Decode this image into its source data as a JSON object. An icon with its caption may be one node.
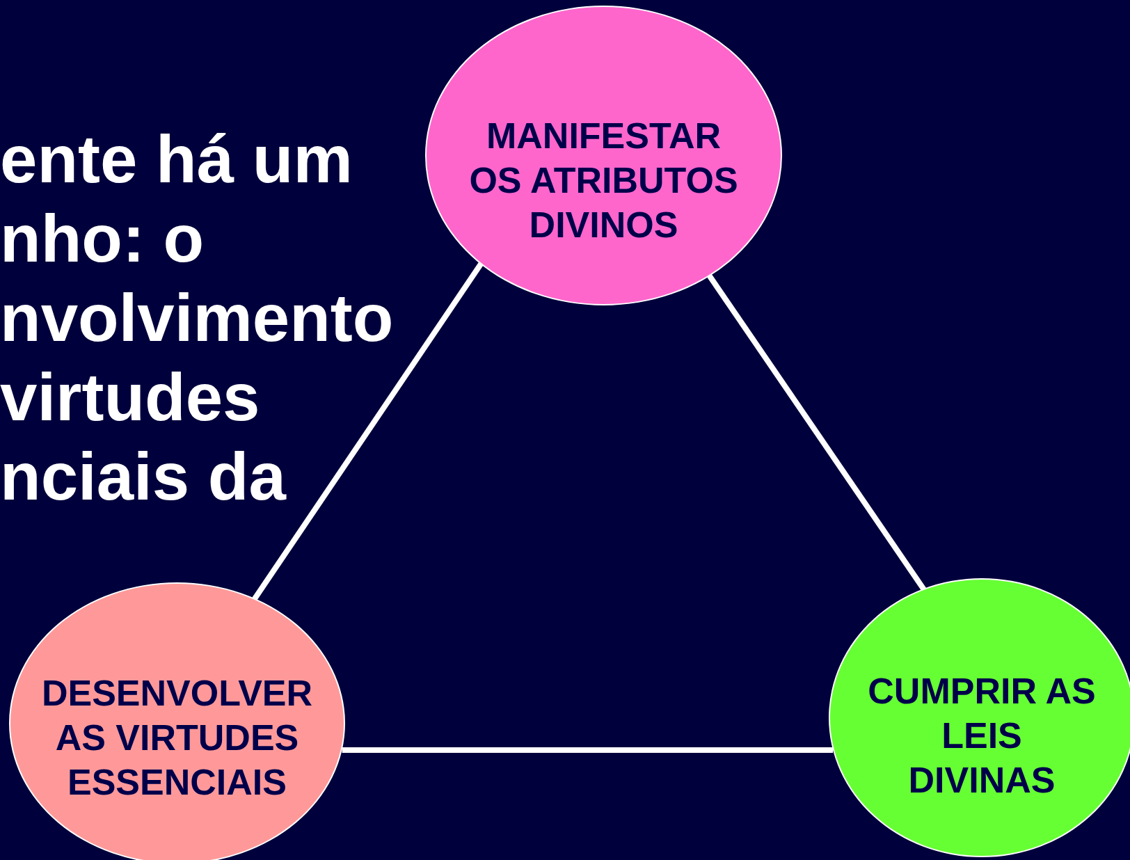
{
  "diagram": {
    "nodes": [
      {
        "text": [
          "MANIFESTAR OS ATRIBUTOS DIVINOS"
        ]
      },
      {
        "text": [
          "DESENVOLVER AS VIRTUDES ESSENCIAIS"
        ]
      },
      {
        "text": [
          "CUMPRIR AS LEIS DIVINAS"
        ]
      }
    ],
    "edges": [
      {
        "from": 0,
        "to": 1,
        "arrow": "none"
      },
      {
        "from": 0,
        "to": 2,
        "arrow": "none"
      },
      {
        "from": 1,
        "to": 2,
        "arrow": "none"
      }
    ],
    "labels": [
      "ente há um nho: o nvolvimento virtudes nciais da"
    ]
  }
}
